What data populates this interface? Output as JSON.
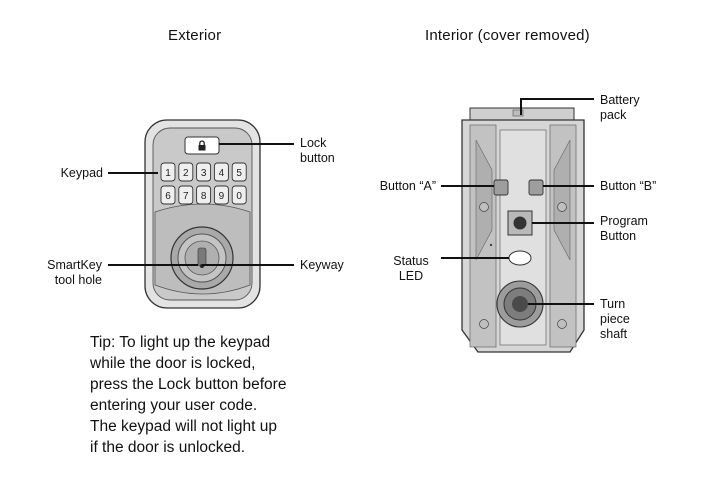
{
  "headings": {
    "exterior": "Exterior",
    "interior": "Interior (cover removed)"
  },
  "exterior_labels": {
    "keypad": "Keypad",
    "lock_button": "Lock\nbutton",
    "smartkey_tool_hole": "SmartKey\ntool hole",
    "keyway": "Keyway"
  },
  "interior_labels": {
    "battery_pack": "Battery\npack",
    "button_a": "Button “A”",
    "button_b": "Button “B”",
    "program_button": "Program\nButton",
    "status_led": "Status\nLED",
    "turn_piece_shaft": "Turn\npiece\nshaft"
  },
  "keypad_keys": [
    "1",
    "2",
    "3",
    "4",
    "5",
    "6",
    "7",
    "8",
    "9",
    "0"
  ],
  "tip": "Tip: To light up the keypad\nwhile the door is locked,\npress the Lock button before\nentering your user code.\nThe keypad will not light up\nif the door is unlocked.",
  "colors": {
    "outline": "#333333",
    "body_light": "#d9d9d9",
    "body_mid": "#bdbdbd",
    "body_dark": "#9a9a9a",
    "text": "#111111"
  },
  "icons": {
    "lock_button_glyph": "padlock-icon"
  }
}
